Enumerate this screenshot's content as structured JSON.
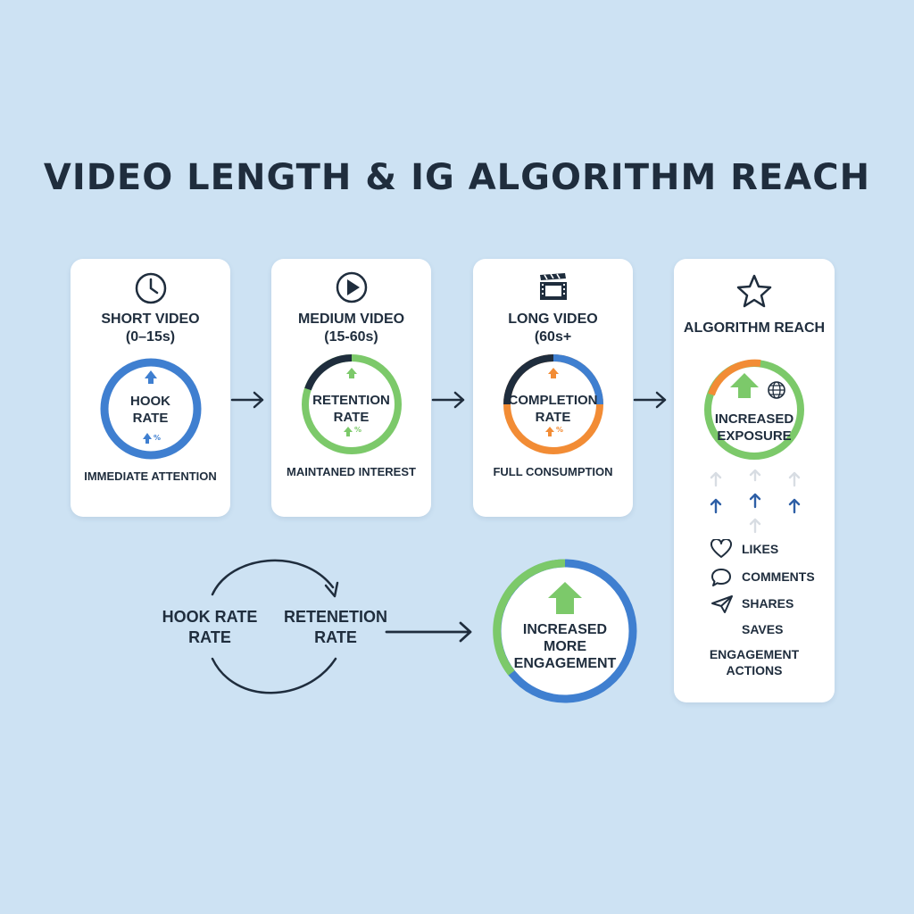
{
  "title": "VIDEO LENGTH & IG ALGORITHM REACH",
  "cards": [
    {
      "title_line1": "SHORT VIDEO",
      "title_line2": "(0–15s)",
      "ring_line1": "HOOK",
      "ring_line2": "RATE",
      "caption": "IMMEDIATE ATTENTION",
      "icon": "clock-icon"
    },
    {
      "title_line1": "MEDIUM VIDEO",
      "title_line2": "(15-60s)",
      "ring_line1": "RETENTION",
      "ring_line2": "RATE",
      "caption": "MAINTANED INTEREST",
      "icon": "play-icon"
    },
    {
      "title_line1": "LONG VIDEO",
      "title_line2": "(60s+",
      "ring_line1": "COMPLETION",
      "ring_line2": "RATE",
      "caption": "FULL CONSUMPTION",
      "icon": "film-icon"
    }
  ],
  "reach_card": {
    "title": "ALGORITHM REACH",
    "ring_line1": "INCREASED",
    "ring_line2": "EXPOSURE",
    "icon": "star-icon",
    "metrics": [
      {
        "label": "LIKES",
        "icon": "heart-icon"
      },
      {
        "label": "COMMENTS",
        "icon": "comment-icon"
      },
      {
        "label": "SHARES",
        "icon": "send-icon"
      },
      {
        "label": "SAVES",
        "icon": "none"
      }
    ],
    "footer_line1": "ENGAGEMENT",
    "footer_line2": "ACTIONS"
  },
  "loop": {
    "left_line1": "HOOK RATE",
    "left_line2": "RATE",
    "right_line1": "RETENETION",
    "right_line2": "RATE"
  },
  "result": {
    "line1": "INCREASED",
    "line2": "MORE",
    "line3": "ENGAGEMENT"
  },
  "colors": {
    "background": "#cde2f3",
    "blue": "#3f7fd0",
    "green": "#7cc96a",
    "orange": "#f28c35",
    "navy": "#1f2d3d"
  }
}
